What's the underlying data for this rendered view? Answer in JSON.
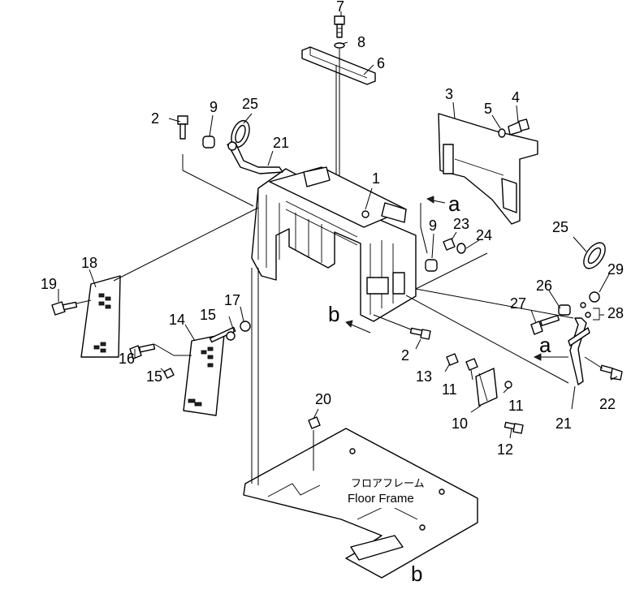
{
  "callouts": {
    "c1": "1",
    "c2a": "2",
    "c2b": "2",
    "c3": "3",
    "c4": "4",
    "c5": "5",
    "c6": "6",
    "c7": "7",
    "c8": "8",
    "c9a": "9",
    "c9b": "9",
    "c10": "10",
    "c11a": "11",
    "c11b": "11",
    "c12": "12",
    "c13": "13",
    "c14": "14",
    "c15a": "15",
    "c15b": "15",
    "c16": "16",
    "c17": "17",
    "c18": "18",
    "c19": "19",
    "c20": "20",
    "c21a": "21",
    "c21b": "21",
    "c22": "22",
    "c23": "23",
    "c24": "24",
    "c25a": "25",
    "c25b": "25",
    "c26": "26",
    "c27": "27",
    "c28": "28",
    "c29": "29"
  },
  "view_markers": {
    "a_top": "a",
    "a_right": "a",
    "b_left": "b",
    "b_bottom": "b"
  },
  "floor_frame": {
    "label_jp": "フロアフレーム",
    "label_en": "Floor Frame"
  }
}
